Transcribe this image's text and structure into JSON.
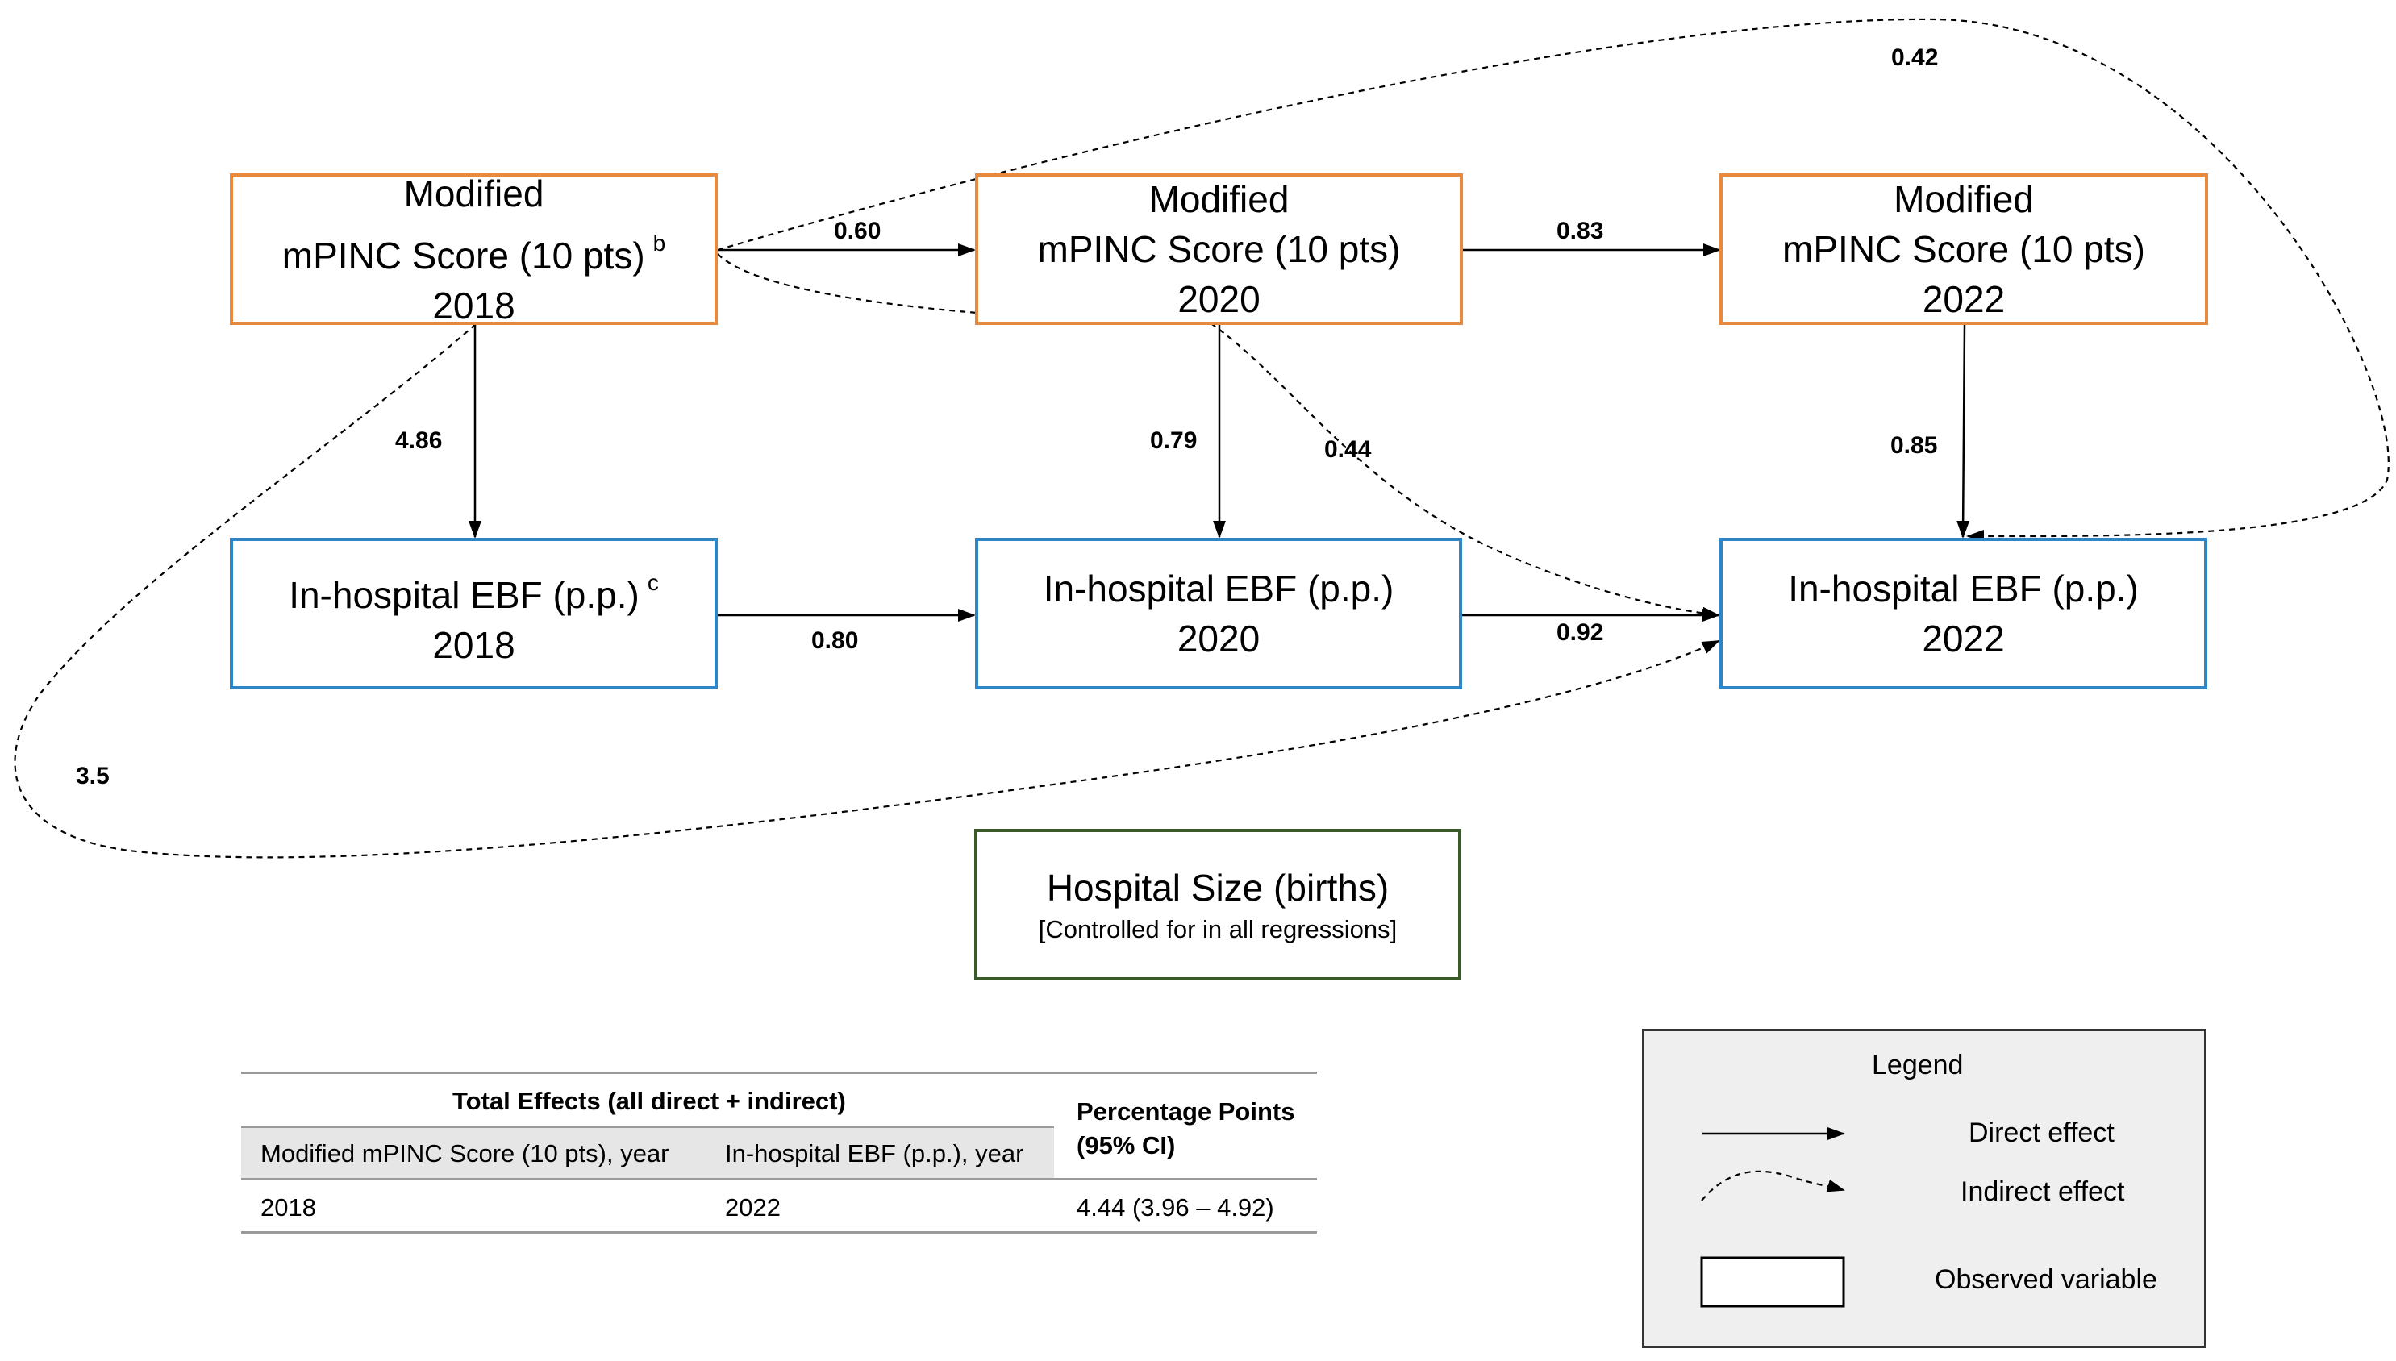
{
  "boxes": {
    "mpinc_2018": {
      "line1": "Modified",
      "line2": "mPINC Score (10 pts)",
      "sup": "b",
      "line3": "2018"
    },
    "mpinc_2020": {
      "line1": "Modified",
      "line2": "mPINC Score (10 pts)",
      "line3": "2020"
    },
    "mpinc_2022": {
      "line1": "Modified",
      "line2": "mPINC Score (10 pts)",
      "line3": "2022"
    },
    "ebf_2018": {
      "line1": "In-hospital EBF (p.p.)",
      "sup": "c",
      "line2": "2018"
    },
    "ebf_2020": {
      "line1": "In-hospital EBF (p.p.)",
      "line2": "2020"
    },
    "ebf_2022": {
      "line1": "In-hospital EBF (p.p.)",
      "line2": "2022"
    },
    "hospital_size": {
      "line1": "Hospital Size (births)",
      "line2": "[Controlled for in all regressions]"
    }
  },
  "coefficients": {
    "mpinc2018_to_mpinc2020": "0.60",
    "mpinc2020_to_mpinc2022": "0.83",
    "mpinc2018_to_ebf2018": "4.86",
    "mpinc2020_to_ebf2020": "0.79",
    "mpinc2022_to_ebf2022": "0.85",
    "ebf2018_to_ebf2020": "0.80",
    "ebf2020_to_ebf2022": "0.92",
    "indirect_top": "0.42",
    "indirect_middle": "0.44",
    "indirect_left": "3.5"
  },
  "table": {
    "group_header": "Total Effects (all direct + indirect)",
    "col1_header": "Modified mPINC Score (10 pts), year",
    "col2_header": "In-hospital EBF (p.p.), year",
    "col3_header_line1": "Percentage Points",
    "col3_header_line2": "(95% CI)",
    "rows": [
      {
        "mpinc_year": "2018",
        "ebf_year": "2022",
        "effect": "4.44 (3.96 – 4.92)"
      }
    ]
  },
  "legend": {
    "title": "Legend",
    "direct": "Direct effect",
    "indirect": "Indirect effect",
    "observed": "Observed variable"
  },
  "colors": {
    "mpinc_border": "#e8893b",
    "ebf_border": "#2e86c8",
    "hospital_border": "#3a5a2a",
    "arrows": "#000000"
  }
}
